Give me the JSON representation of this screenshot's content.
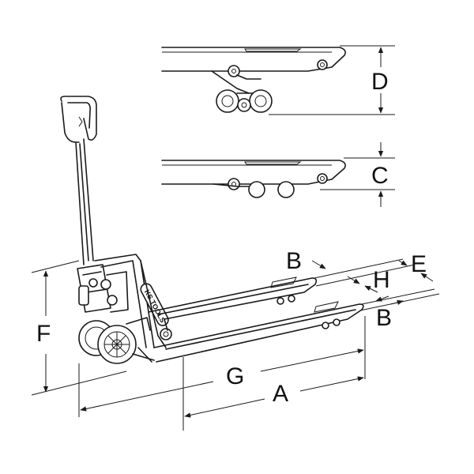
{
  "diagram": {
    "labels": {
      "a": "A",
      "b_top": "B",
      "b_bottom": "B",
      "c": "C",
      "d": "D",
      "e": "E",
      "f": "F",
      "g": "G",
      "h": "H"
    },
    "brand_badge": "KS TOOLS"
  }
}
